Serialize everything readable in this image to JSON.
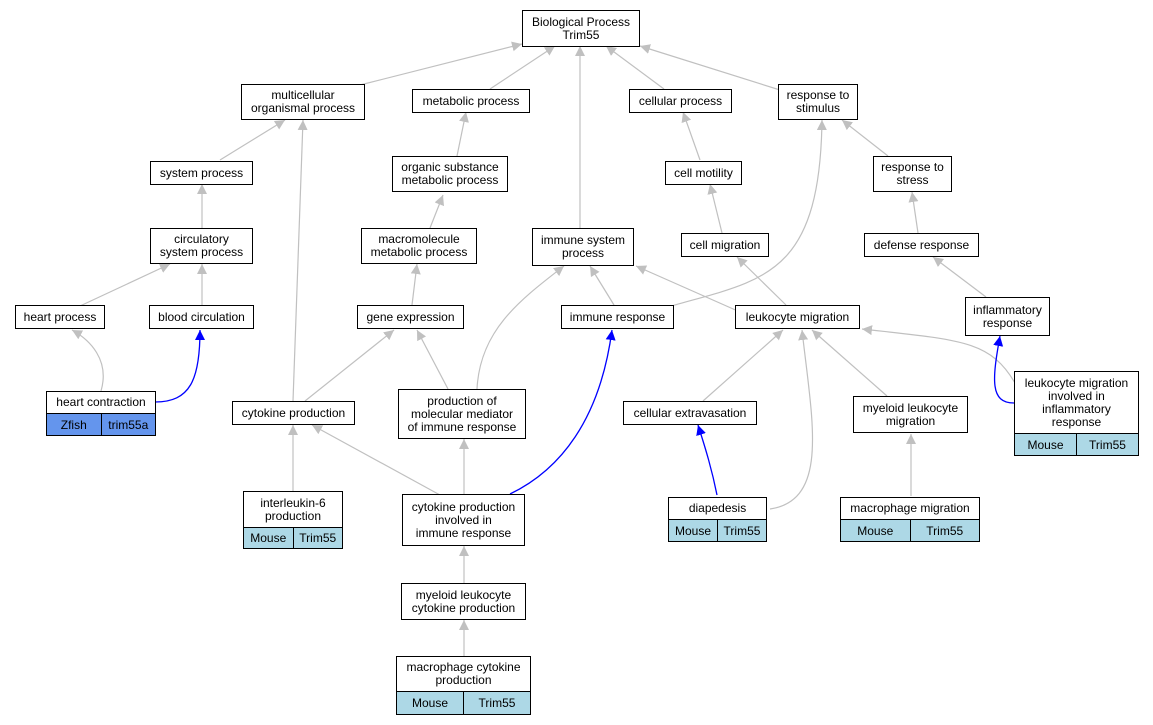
{
  "colors": {
    "is_a_edge": "#c0c0c0",
    "annotation_edge": "#0000ff",
    "mouse_fill": "#add8e6",
    "zfish_fill": "#6495ed"
  },
  "root": {
    "line1": "Biological Process",
    "line2": "Trim55"
  },
  "terms": {
    "multicellular_organismal_process": "multicellular\norganismal process",
    "metabolic_process": "metabolic process",
    "cellular_process": "cellular process",
    "response_to_stimulus": "response to\nstimulus",
    "system_process": "system process",
    "organic_substance_metabolic_process": "organic substance\nmetabolic process",
    "cell_motility": "cell motility",
    "response_to_stress": "response to\nstress",
    "circulatory_system_process": "circulatory\nsystem process",
    "macromolecule_metabolic_process": "macromolecule\nmetabolic process",
    "immune_system_process": "immune system\nprocess",
    "cell_migration": "cell migration",
    "defense_response": "defense response",
    "heart_process": "heart process",
    "blood_circulation": "blood circulation",
    "gene_expression": "gene expression",
    "immune_response": "immune response",
    "leukocyte_migration": "leukocyte migration",
    "inflammatory_response": "inflammatory\nresponse",
    "heart_contraction": "heart contraction",
    "cytokine_production": "cytokine production",
    "production_of_molecular_mediator": "production of\nmolecular mediator\nof immune response",
    "cellular_extravasation": "cellular extravasation",
    "myeloid_leukocyte_migration": "myeloid leukocyte\nmigration",
    "leukocyte_migration_inflammatory": "leukocyte migration\ninvolved in\ninflammatory\nresponse",
    "interleukin_6_production": "interleukin-6\nproduction",
    "cytokine_production_immune_response": "cytokine production\ninvolved in\nimmune response",
    "diapedesis": "diapedesis",
    "macrophage_migration": "macrophage migration",
    "myeloid_leukocyte_cytokine_production": "myeloid leukocyte\ncytokine production",
    "macrophage_cytokine_production": "macrophage cytokine\nproduction"
  },
  "annotations": {
    "heart_contraction": {
      "species": "Zfish",
      "gene": "trim55a"
    },
    "leukocyte_migration_inflammatory": {
      "species": "Mouse",
      "gene": "Trim55"
    },
    "interleukin_6_production": {
      "species": "Mouse",
      "gene": "Trim55"
    },
    "diapedesis": {
      "species": "Mouse",
      "gene": "Trim55"
    },
    "macrophage_migration": {
      "species": "Mouse",
      "gene": "Trim55"
    },
    "macrophage_cytokine_production": {
      "species": "Mouse",
      "gene": "Trim55"
    }
  }
}
